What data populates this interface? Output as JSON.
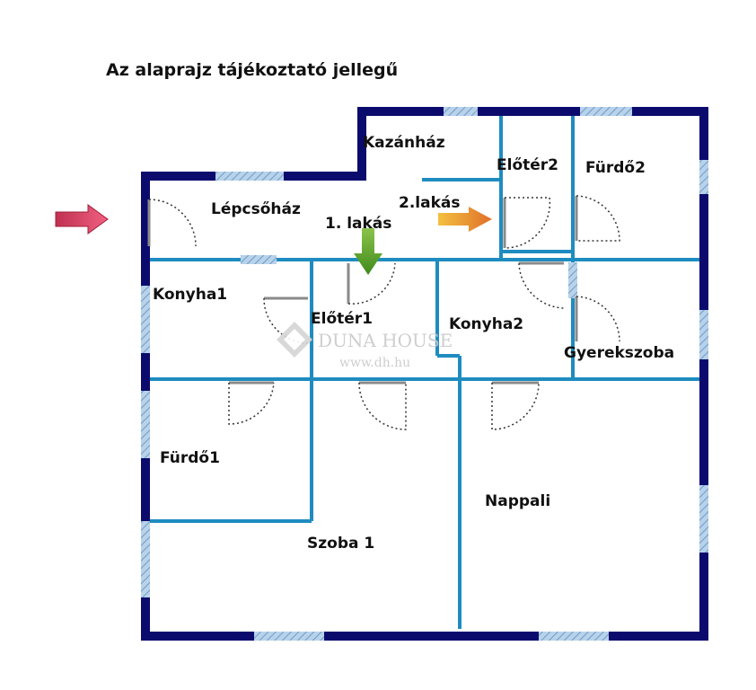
{
  "title": "Az alaprajz tájékoztató jellegű",
  "rooms": {
    "kazanhaz": "Kazánház",
    "eloter2": "Előtér2",
    "furdo2": "Fürdő2",
    "lepcsohaz": "Lépcsőház",
    "lakas2": "2.lakás",
    "lakas1": "1. lakás",
    "konyha1": "Konyha1",
    "eloter1": "Előtér1",
    "konyha2": "Konyha2",
    "gyerekszoba": "Gyerekszoba",
    "furdo1": "Fürdő1",
    "nappali": "Nappali",
    "szoba1": "Szoba 1"
  },
  "watermark": {
    "brand": "DUNA HOUSE",
    "url": "www.dh.hu"
  },
  "colors": {
    "outer_wall": "#0b0b6e",
    "inner_wall": "#1e8cc0",
    "window": "#8fb6d8",
    "door_leaf": "#7f7f7f",
    "entry_arrow": "#d9385a",
    "apartment2_arrow": "#e6a020",
    "apartment1_arrow": "#5aa12a"
  }
}
